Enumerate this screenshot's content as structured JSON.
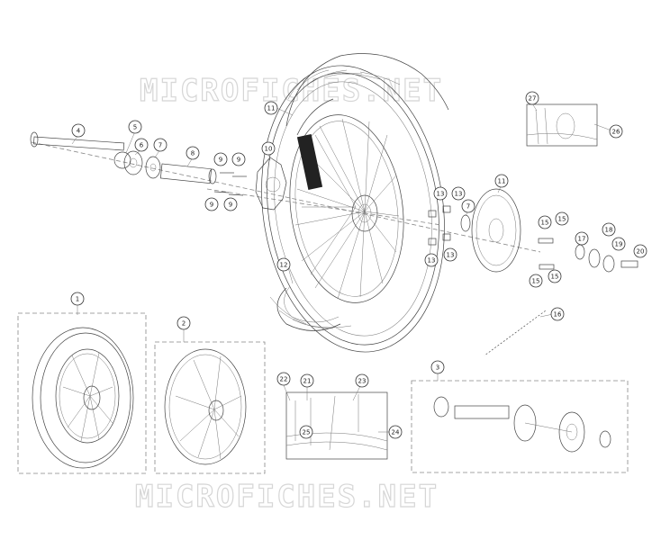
{
  "watermark": "MICROFICHES.NET",
  "callouts": {
    "c1": "1",
    "c2": "2",
    "c3": "3",
    "c4": "4",
    "c5": "5",
    "c6": "6",
    "c7a": "7",
    "c7b": "7",
    "c8": "8",
    "c9a": "9",
    "c9b": "9",
    "c9c": "9",
    "c9d": "9",
    "c10": "10",
    "c11a": "11",
    "c11b": "11",
    "c12": "12",
    "c13a": "13",
    "c13b": "13",
    "c13c": "13",
    "c13d": "13",
    "c15a": "15",
    "c15b": "15",
    "c15c": "15",
    "c15d": "15",
    "c16": "16",
    "c17": "17",
    "c18": "18",
    "c19": "19",
    "c20": "20",
    "c21": "21",
    "c22": "22",
    "c23": "23",
    "c24": "24",
    "c25": "25",
    "c26": "26",
    "c27": "27"
  }
}
